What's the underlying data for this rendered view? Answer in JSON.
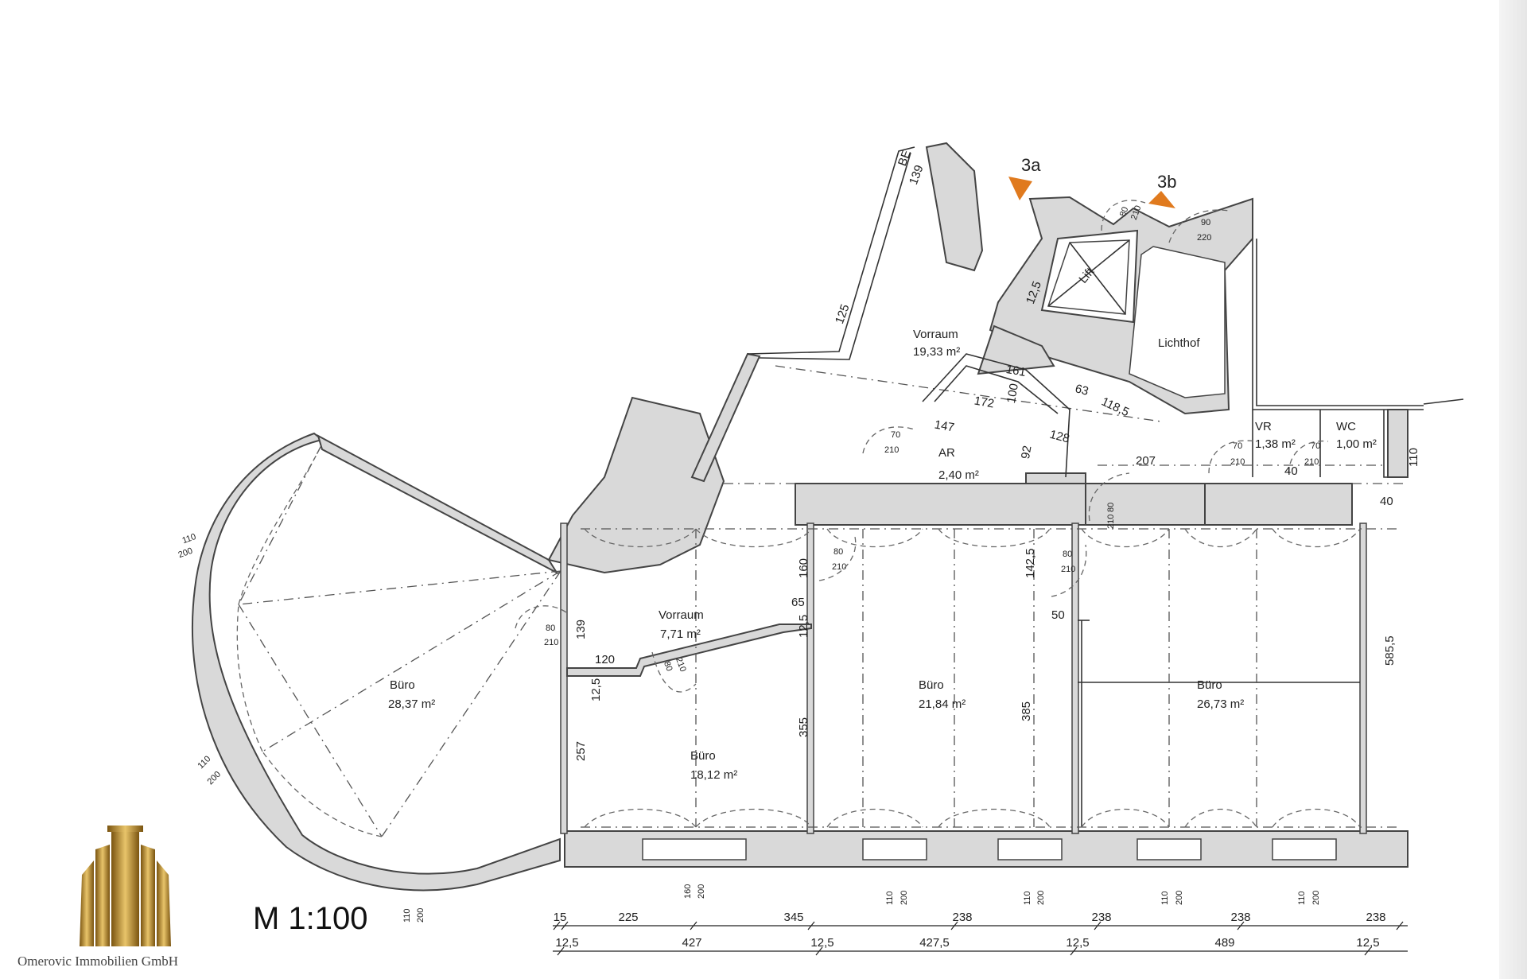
{
  "plan": {
    "scale_label": "M 1:100",
    "markers": [
      {
        "id": "marker-3a",
        "label": "3a"
      },
      {
        "id": "marker-3b",
        "label": "3b"
      }
    ],
    "rooms": [
      {
        "id": "room-vorraum-top",
        "name": "Vorraum",
        "area": "19,33 m²"
      },
      {
        "id": "room-lichthof",
        "name": "Lichthof",
        "area": ""
      },
      {
        "id": "room-ar",
        "name": "AR",
        "area": "2,40 m²"
      },
      {
        "id": "room-vr",
        "name": "VR",
        "area": "1,38 m²"
      },
      {
        "id": "room-wc",
        "name": "WC",
        "area": "1,00 m²"
      },
      {
        "id": "room-buero-round",
        "name": "Büro",
        "area": "28,37 m²"
      },
      {
        "id": "room-vorraum-small",
        "name": "Vorraum",
        "area": "7,71 m²"
      },
      {
        "id": "room-buero-18",
        "name": "Büro",
        "area": "18,12 m²"
      },
      {
        "id": "room-buero-21",
        "name": "Büro",
        "area": "21,84 m²"
      },
      {
        "id": "room-buero-26",
        "name": "Büro",
        "area": "26,73 m²"
      }
    ],
    "doors": [
      {
        "w": "80",
        "h": "210"
      },
      {
        "w": "80",
        "h": "210"
      },
      {
        "w": "80",
        "h": "210"
      },
      {
        "w": "80",
        "h": "210"
      },
      {
        "w": "80",
        "h": "210"
      },
      {
        "w": "70",
        "h": "210"
      },
      {
        "w": "70",
        "h": "210"
      },
      {
        "w": "70",
        "h": "210"
      },
      {
        "w": "90",
        "h": "220"
      },
      {
        "w": "80",
        "h": "210"
      }
    ],
    "windows": [
      {
        "w": "110",
        "h": "200"
      },
      {
        "w": "110",
        "h": "200"
      },
      {
        "w": "110",
        "h": "200"
      },
      {
        "w": "160",
        "h": "200"
      },
      {
        "w": "110",
        "h": "200"
      },
      {
        "w": "110",
        "h": "200"
      },
      {
        "w": "110",
        "h": "200"
      },
      {
        "w": "110",
        "h": "200"
      }
    ],
    "inner_dims": [
      "160",
      "142,5",
      "65",
      "12,5",
      "120",
      "12,5",
      "139",
      "257",
      "355",
      "385",
      "585,5",
      "50",
      "172",
      "147",
      "128",
      "118,5",
      "63",
      "100",
      "161",
      "207",
      "125",
      "139",
      "12,5",
      "92",
      "40",
      "110",
      "40"
    ],
    "label_be": "BE",
    "lift_label": "Lift",
    "dim_row1": [
      "15",
      "225",
      "345",
      "238",
      "238",
      "238",
      "238"
    ],
    "dim_row2": [
      "12,5",
      "427",
      "12,5",
      "427,5",
      "12,5",
      "489",
      "12,5"
    ]
  },
  "logo": {
    "company": "Omerovic Immobilien GmbH",
    "colors": {
      "gold_dark": "#7a5410",
      "gold_light": "#e8c46a"
    }
  }
}
